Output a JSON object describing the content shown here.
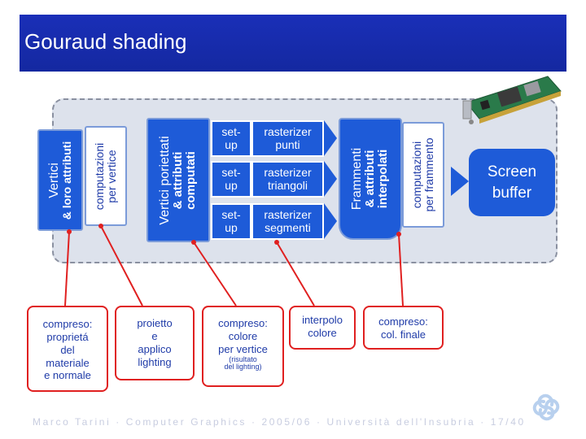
{
  "slide": {
    "title": "Gouraud shading"
  },
  "pipeline": {
    "vertici": [
      "Vertici",
      "& loro attributi"
    ],
    "computazioni_vertice": [
      "computazioni",
      "per vertice"
    ],
    "vertici_proiettati": [
      "Vertici poriettati",
      "& attributi",
      "computati"
    ],
    "stages": [
      {
        "setup": [
          "set-",
          "up"
        ],
        "raster": [
          "rasterizer",
          "punti"
        ]
      },
      {
        "setup": [
          "set-",
          "up"
        ],
        "raster": [
          "rasterizer",
          "triangoli"
        ]
      },
      {
        "setup": [
          "set-",
          "up"
        ],
        "raster": [
          "rasterizer",
          "segmenti"
        ]
      }
    ],
    "frammenti": [
      "Frammenti",
      "& attributi",
      "interpolati"
    ],
    "computazioni_frammento": [
      "computazioni",
      "per frammento"
    ],
    "screen_buffer": [
      "Screen",
      "buffer"
    ]
  },
  "notes": {
    "materiale": [
      "compreso:",
      "proprietá",
      "del",
      "materiale",
      "e normale"
    ],
    "lighting": [
      "proietto",
      "e",
      "applico",
      "lighting"
    ],
    "colore": [
      "compreso:",
      "colore",
      "per vertice"
    ],
    "colore_small": [
      "(risultato",
      "del lighting)"
    ],
    "interpolo": [
      "interpolo",
      "colore"
    ],
    "finale": [
      "compreso:",
      "col. finale"
    ]
  },
  "footer": {
    "text": "Marco Tarini · Computer Graphics · 2005/06 · Università dell'Insubria · 17/40"
  },
  "colors": {
    "title_bg": "#1428a0",
    "stage_blue": "#1e5bd8",
    "note_border": "#e02020",
    "text_blue": "#1f3ba8"
  }
}
